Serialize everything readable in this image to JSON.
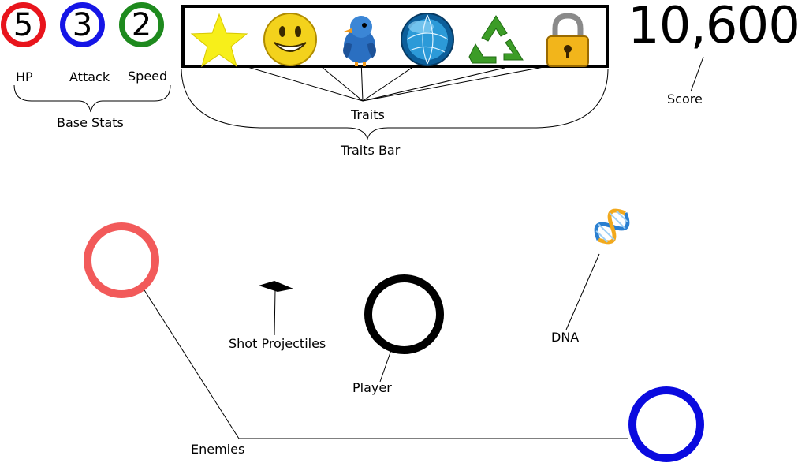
{
  "base_stats": {
    "label": "Base Stats",
    "items": [
      {
        "name": "HP",
        "value": "5",
        "color": "#e8141c"
      },
      {
        "name": "Attack",
        "value": "3",
        "color": "#1515e6"
      },
      {
        "name": "Speed",
        "value": "2",
        "color": "#1e8a1e"
      }
    ]
  },
  "traits": {
    "label": "Traits",
    "bar_label": "Traits Bar",
    "icons": [
      "star-icon",
      "smiley-icon",
      "bird-icon",
      "globe-icon",
      "recycle-icon",
      "lock-icon"
    ]
  },
  "score": {
    "value": "10,600",
    "label": "Score"
  },
  "legend": {
    "projectiles": "Shot Projectiles",
    "player": "Player",
    "dna": "DNA",
    "enemies": "Enemies"
  },
  "colors": {
    "enemy_red": "#f25a5a",
    "enemy_blue": "#0a0adf",
    "player": "#000000"
  }
}
